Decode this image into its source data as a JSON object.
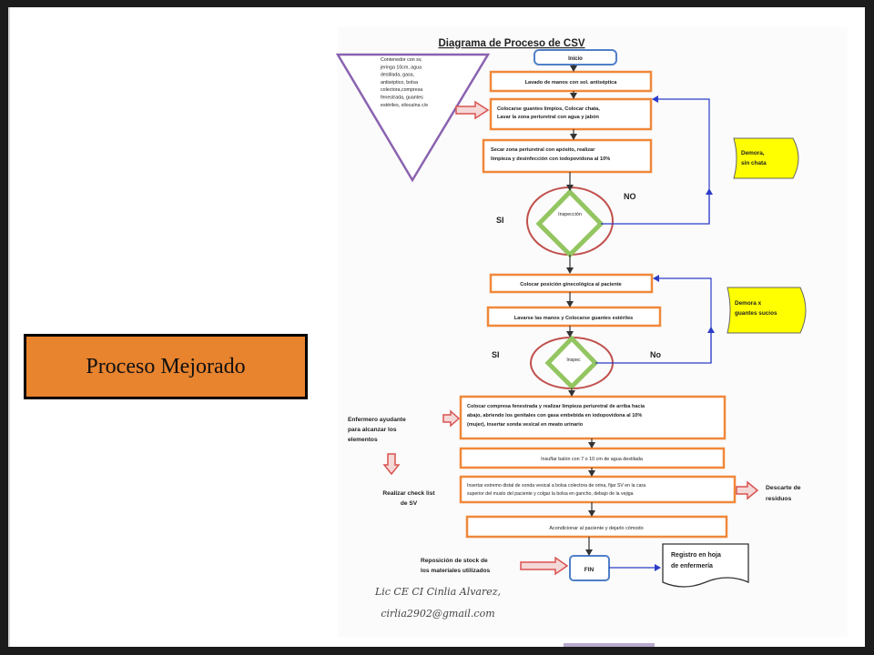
{
  "slide": {
    "label": "Proceso Mejorado",
    "author_line1": "Lic CE CI Cinlia Alvarez,",
    "author_line2": "cirlia2902@gmail.com"
  },
  "diagram": {
    "title": "Diagrama de Proceso de CSV",
    "triangle_lines": [
      "Contenedor con sv,",
      "jeringa 10cm, agua",
      "destilada, gasa,",
      "antiséptico, bolsa",
      "colectora,compresa",
      "fenestrada, guantes",
      "estériles, xilocaína c/e"
    ],
    "inicio": "Inicio",
    "step1": [
      "Lavado de manos con sol. antiséptica"
    ],
    "step2": [
      "Colocarse guantes limpios, Colocar chata,",
      "Lavar la zona periuretral con agua y jabón"
    ],
    "step3": [
      "Secar zona periuretral con apósito, realizar",
      "limpieza y desinfección con iodopovidona al 10%"
    ],
    "inspeccion": "Inspección",
    "si1": "SI",
    "no1": "NO",
    "demora1": [
      "Demora,",
      "sin chata"
    ],
    "step4": [
      "Colocar posición ginecológica al paciente"
    ],
    "step5": [
      "Lavarse las  manos y Colocarse guantes estériles"
    ],
    "demora2": [
      "Demora x",
      "guantes sucios"
    ],
    "inspec": "Inspec",
    "si2": "SI",
    "no2": "No",
    "step6": [
      "Colocar compresa fenestrada y realizar limpieza periuretral de arriba hacia",
      "abajo, abriendo los genitales con gasa embebida en iodopovidona al 10%",
      "(mujer), insertar sonda vesical en meato urinario"
    ],
    "enfermero": [
      "Enfermero ayudante",
      "para alcanzar los",
      "elementos"
    ],
    "step7": [
      "Insuflar balón con  7 o 10 cm de agua destilada"
    ],
    "step8": [
      "Insertar  extremo distal de sonda vesical a bolsa colectora de orina, fijar SV en la cara",
      "superior del muslo del paciente y colgar la bolsa en gancho, debajo de la vejiga"
    ],
    "realizar": [
      "Realizar check list",
      "de SV"
    ],
    "descarte": [
      "Descarte de",
      "residuos"
    ],
    "step9": [
      "Acondicionar al paciente y dejarlo cómodo"
    ],
    "reposicion": [
      "Reposición de stock de",
      "los materiales utilizados"
    ],
    "fin": "FIN",
    "registro": [
      "Registro en hoja",
      "de enfermería"
    ]
  },
  "colors": {
    "label_fill": "#e8832e",
    "box_border": "#f0883a",
    "triangle_border": "#8a62b0",
    "arrow_blue": "#2b3cc8",
    "demora_fill": "#ffff00",
    "diamond_border": "#93c560",
    "circle_border": "#c0504d",
    "red_arrow": "#d9534f",
    "inicio_border": "#4f7fc8"
  }
}
